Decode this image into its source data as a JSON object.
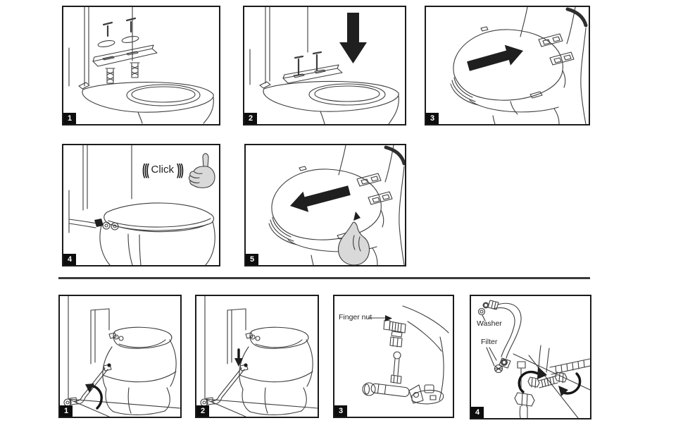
{
  "colors": {
    "background": "#ffffff",
    "line_art": "#3d3d3d",
    "panel_border": "#1b1b1b",
    "badge_background": "#0d0d0d",
    "badge_text": "#ffffff",
    "solid_arrow": "#1f1f1f",
    "hand_fill": "#d9d9d9",
    "divider": "#3a3a3a"
  },
  "seat_install_section": {
    "panels": [
      {
        "number": "1"
      },
      {
        "number": "2"
      },
      {
        "number": "3"
      },
      {
        "number": "4",
        "click": {
          "waves_left": "(((",
          "label": "Click",
          "waves_right": ")))"
        }
      },
      {
        "number": "5"
      }
    ]
  },
  "water_hookup_section": {
    "panels": [
      {
        "number": "1"
      },
      {
        "number": "2"
      },
      {
        "number": "3",
        "labels": {
          "finger_nut": "Finger nut"
        }
      },
      {
        "number": "4",
        "labels": {
          "washer": "Washer",
          "filter": "Filter"
        }
      }
    ]
  }
}
